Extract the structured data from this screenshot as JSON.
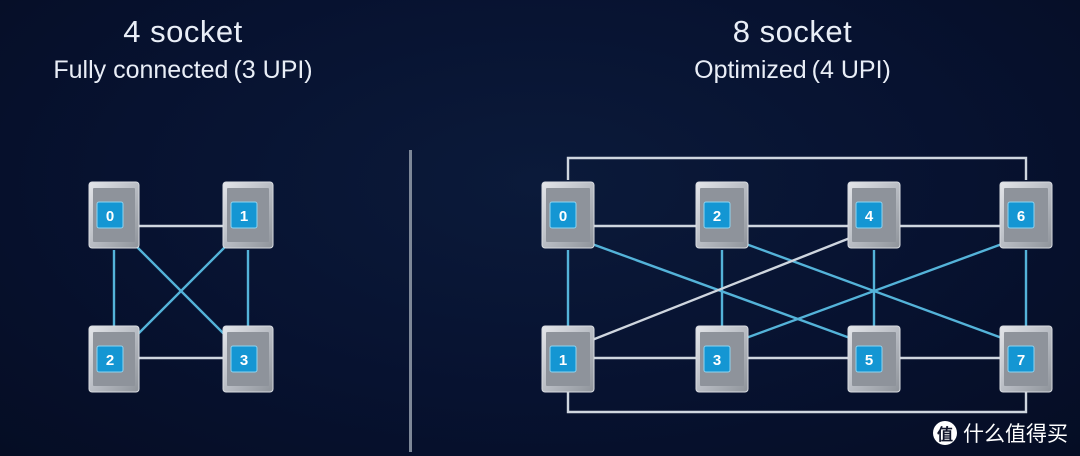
{
  "left": {
    "title": "4 socket",
    "subtitle": "Fully connected (3 UPI)",
    "nodes": [
      "0",
      "1",
      "2",
      "3"
    ]
  },
  "right": {
    "title": "8 socket",
    "subtitle": "Optimized (4 UPI)",
    "nodes": [
      "0",
      "2",
      "4",
      "6",
      "1",
      "3",
      "5",
      "7"
    ]
  },
  "watermark": {
    "icon": "值",
    "text": "什么值得买"
  },
  "colors": {
    "link": "#54b3d9",
    "badge": "#1496d3",
    "background": "#071230"
  }
}
